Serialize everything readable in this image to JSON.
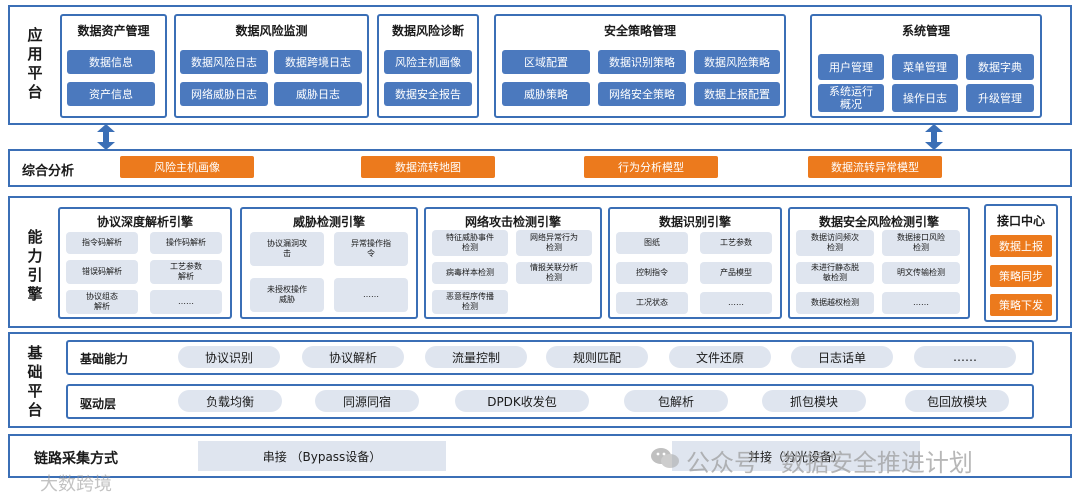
{
  "app_platform": {
    "title": "应用平台",
    "groups": [
      {
        "title": "数据资产管理",
        "items": [
          "数据信息",
          "资产信息"
        ]
      },
      {
        "title": "数据风险监测",
        "items": [
          "数据风险日志",
          "数据跨境日志",
          "网络威胁日志",
          "威胁日志"
        ]
      },
      {
        "title": "数据风险诊断",
        "items": [
          "风险主机画像",
          "数据安全报告"
        ]
      },
      {
        "title": "安全策略管理",
        "items": [
          "区域配置",
          "数据识别策略",
          "数据风险策略",
          "威胁策略",
          "网络安全策略",
          "数据上报配置"
        ]
      },
      {
        "title": "系统管理",
        "items": [
          "用户管理",
          "菜单管理",
          "数据字典",
          "系统运行概况",
          "操作日志",
          "升级管理"
        ]
      }
    ]
  },
  "analysis": {
    "title": "综合分析",
    "items": [
      "风险主机画像",
      "数据流转地图",
      "行为分析模型",
      "数据流转异常模型"
    ]
  },
  "engine": {
    "title": "能力引擎",
    "groups": [
      {
        "title": "协议深度解析引擎",
        "items": [
          "指令码解析",
          "操作码解析",
          "错误码解析",
          "工艺参数解析",
          "协议组态解析",
          "……"
        ]
      },
      {
        "title": "威胁检测引擎",
        "items": [
          "协议漏洞攻击",
          "异常操作指令",
          "未授权操作威胁",
          "……"
        ]
      },
      {
        "title": "网络攻击检测引擎",
        "items": [
          "特征威胁事件检测",
          "网络异常行为检测",
          "病毒样本检测",
          "情报关联分析检测",
          "恶意程序传播检测"
        ]
      },
      {
        "title": "数据识别引擎",
        "items": [
          "图纸",
          "工艺参数",
          "控制指令",
          "产品模型",
          "工况状态",
          "……"
        ]
      },
      {
        "title": "数据安全风险检测引擎",
        "items": [
          "数据访问频次检测",
          "数据接口风险检测",
          "未进行静态脱敏检测",
          "明文传输检测",
          "数据越权检测",
          "……"
        ]
      }
    ],
    "interface": {
      "title": "接口中心",
      "items": [
        "数据上报",
        "策略同步",
        "策略下发"
      ]
    }
  },
  "base": {
    "title": "基础平台",
    "capability": {
      "label": "基础能力",
      "items": [
        "协议识别",
        "协议解析",
        "流量控制",
        "规则匹配",
        "文件还原",
        "日志话单",
        "……"
      ]
    },
    "driver": {
      "label": "驱动层",
      "items": [
        "负载均衡",
        "同源同宿",
        "DPDK收发包",
        "包解析",
        "抓包模块",
        "包回放模块"
      ]
    }
  },
  "collection": {
    "title": "链路采集方式",
    "items": [
      "串接 （Bypass设备）",
      "并接（分光设备）"
    ]
  },
  "watermarks": {
    "left": "大数跨境",
    "right": "公众号 · 数据安全推进计划"
  },
  "colors": {
    "border": "#3b6fb6",
    "blue_button": "#4b79be",
    "orange": "#ec7a1d",
    "gray_box": "#dfe5ef"
  }
}
